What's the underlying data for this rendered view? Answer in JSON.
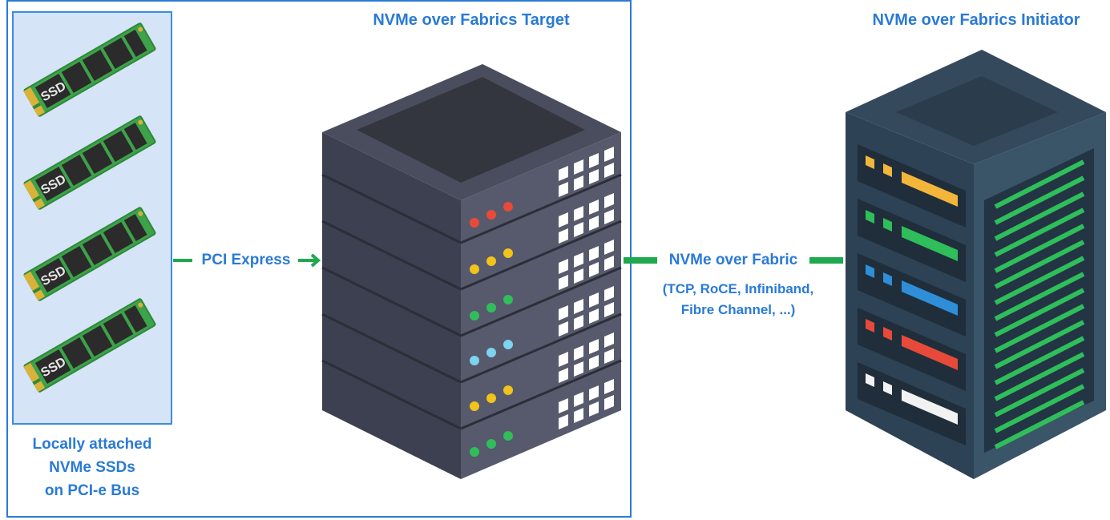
{
  "target": {
    "title": "NVMe over Fabrics Target"
  },
  "initiator": {
    "title": "NVMe over Fabrics Initiator"
  },
  "ssds": {
    "chip_label": "SSD",
    "count": 4,
    "caption": [
      "Locally attached",
      "NVMe SSDs",
      "on PCI-e Bus"
    ]
  },
  "links": {
    "pcie": "PCI Express",
    "fabric": "NVMe over Fabric",
    "fabric_detail": [
      "(TCP, RoCE, Infiniband,",
      "Fibre Channel, ...)"
    ]
  },
  "colors": {
    "accent": "#2a7ad6",
    "link_green": "#1fa84f",
    "server_dark": "#3f4252",
    "rack_dark": "#2d4254",
    "led_rows": [
      "#e84a3a",
      "#f2c31a",
      "#2fbe5a",
      "#7dd3f0",
      "#f2c31a",
      "#2fbe5a"
    ],
    "rack_stripes": [
      "#f3b63b",
      "#2fbe5a",
      "#2e8fd8",
      "#e84a3a",
      "#f2f2f2"
    ]
  }
}
